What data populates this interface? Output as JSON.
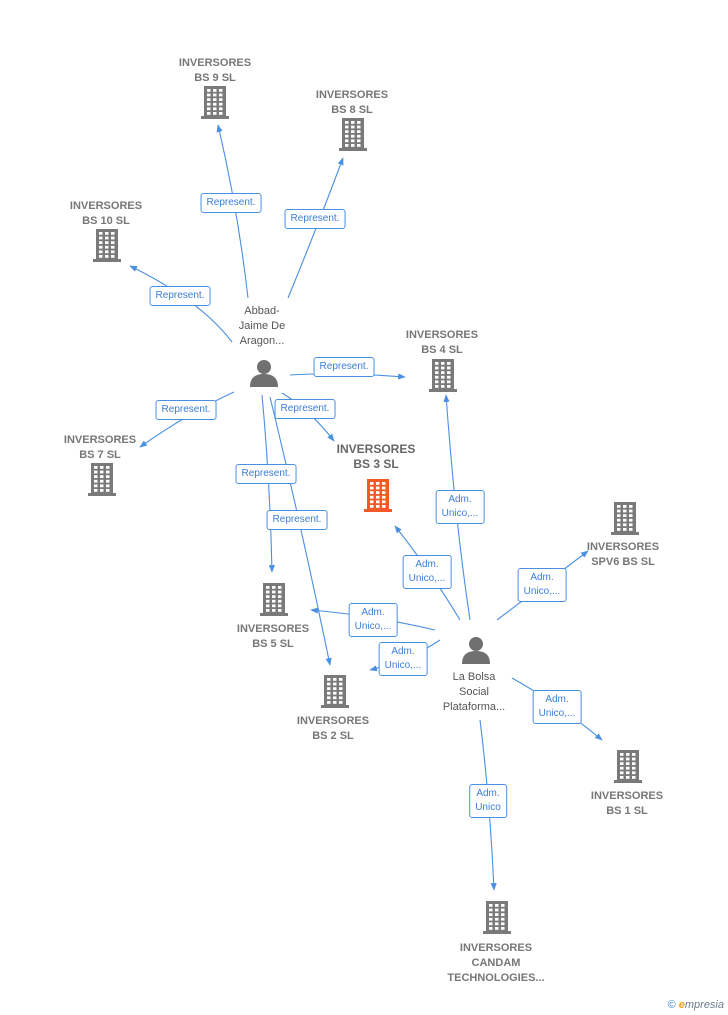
{
  "nodes": [
    {
      "id": "inv9",
      "kind": "company",
      "lines": [
        "INVERSORES",
        "BS 9  SL"
      ]
    },
    {
      "id": "inv8",
      "kind": "company",
      "lines": [
        "INVERSORES",
        "BS 8  SL"
      ]
    },
    {
      "id": "inv10",
      "kind": "company",
      "lines": [
        "INVERSORES",
        "BS 10  SL"
      ]
    },
    {
      "id": "abbad",
      "kind": "person",
      "lines": [
        "Abbad-",
        "Jaime De",
        "Aragon..."
      ]
    },
    {
      "id": "inv4",
      "kind": "company",
      "lines": [
        "INVERSORES",
        "BS 4  SL"
      ]
    },
    {
      "id": "inv7",
      "kind": "company",
      "lines": [
        "INVERSORES",
        "BS 7  SL"
      ]
    },
    {
      "id": "inv3",
      "kind": "focus",
      "lines": [
        "INVERSORES",
        "BS 3  SL"
      ]
    },
    {
      "id": "spv6",
      "kind": "company",
      "lines": [
        "INVERSORES",
        "SPV6 BS  SL"
      ]
    },
    {
      "id": "inv5",
      "kind": "company",
      "lines": [
        "INVERSORES",
        "BS 5  SL"
      ]
    },
    {
      "id": "bolsa",
      "kind": "person",
      "lines": [
        "La Bolsa",
        "Social",
        "Plataforma..."
      ]
    },
    {
      "id": "inv2",
      "kind": "company",
      "lines": [
        "INVERSORES",
        "BS 2  SL"
      ]
    },
    {
      "id": "inv1",
      "kind": "company",
      "lines": [
        "INVERSORES",
        "BS 1  SL"
      ]
    },
    {
      "id": "candam",
      "kind": "company",
      "lines": [
        "INVERSORES",
        "CANDAM",
        "TECHNOLOGIES..."
      ]
    }
  ],
  "edges": [
    {
      "from": "abbad",
      "to": "inv9",
      "label": [
        "Represent."
      ]
    },
    {
      "from": "abbad",
      "to": "inv8",
      "label": [
        "Represent."
      ]
    },
    {
      "from": "abbad",
      "to": "inv10",
      "label": [
        "Represent."
      ]
    },
    {
      "from": "abbad",
      "to": "inv4",
      "label": [
        "Represent."
      ]
    },
    {
      "from": "abbad",
      "to": "inv7",
      "label": [
        "Represent."
      ]
    },
    {
      "from": "abbad",
      "to": "inv3",
      "label": [
        "Represent."
      ]
    },
    {
      "from": "abbad",
      "to": "inv5",
      "label": [
        "Represent."
      ]
    },
    {
      "from": "abbad",
      "to": "inv2",
      "label": [
        "Represent."
      ]
    },
    {
      "from": "bolsa",
      "to": "inv4",
      "label": [
        "Adm.",
        "Unico,..."
      ]
    },
    {
      "from": "bolsa",
      "to": "inv3",
      "label": [
        "Adm.",
        "Unico,..."
      ]
    },
    {
      "from": "bolsa",
      "to": "spv6",
      "label": [
        "Adm.",
        "Unico,..."
      ]
    },
    {
      "from": "bolsa",
      "to": "inv5",
      "label": [
        "Adm.",
        "Unico,..."
      ]
    },
    {
      "from": "bolsa",
      "to": "inv2",
      "label": [
        "Adm.",
        "Unico,..."
      ]
    },
    {
      "from": "bolsa",
      "to": "inv1",
      "label": [
        "Adm.",
        "Unico,..."
      ]
    },
    {
      "from": "bolsa",
      "to": "candam",
      "label": [
        "Adm.",
        "Unico"
      ]
    }
  ],
  "colors": {
    "edge": "#4a90e2",
    "company": "#7a7a7a",
    "focus": "#f05a28",
    "person": "#707070"
  },
  "footer": {
    "symbol": "©",
    "brand_initial": "e",
    "brand_rest": "mpresia"
  }
}
